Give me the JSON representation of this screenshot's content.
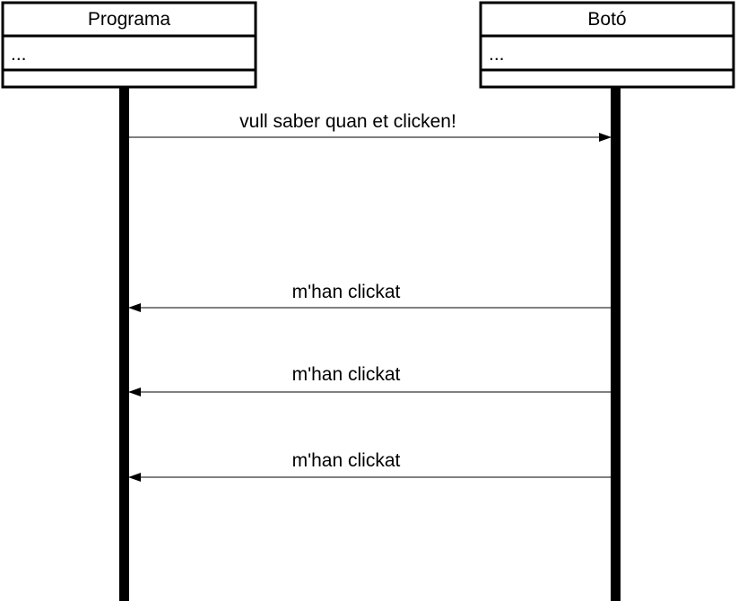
{
  "colors": {
    "stroke": "#000000",
    "background": "#ffffff"
  },
  "participants": [
    {
      "name": "Programa",
      "attribute": "..."
    },
    {
      "name": "Botó",
      "attribute": "..."
    }
  ],
  "messages": [
    {
      "label": "vull saber quan et clicken!",
      "from": "Programa",
      "to": "Botó"
    },
    {
      "label": "m'han clickat",
      "from": "Botó",
      "to": "Programa"
    },
    {
      "label": "m'han clickat",
      "from": "Botó",
      "to": "Programa"
    },
    {
      "label": "m'han clickat",
      "from": "Botó",
      "to": "Programa"
    }
  ]
}
